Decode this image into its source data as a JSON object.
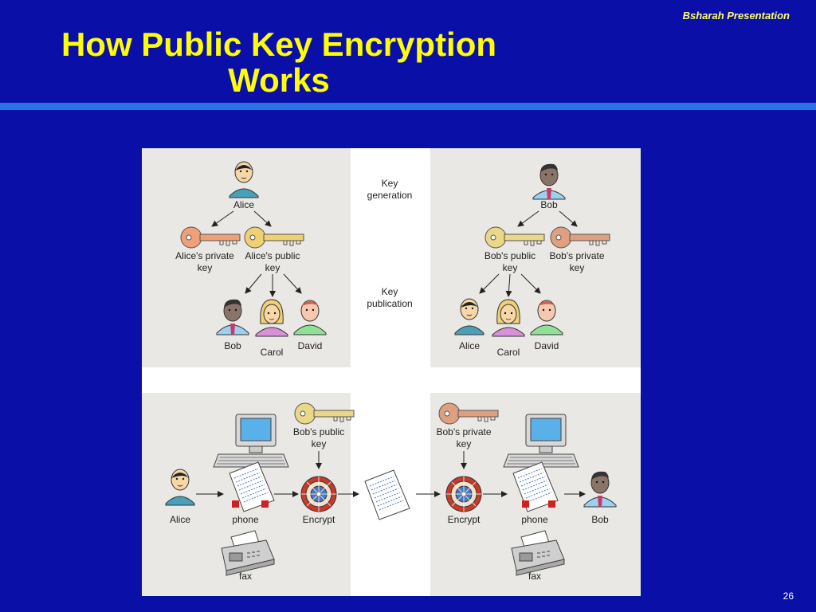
{
  "header": {
    "presentation": "Bsharah Presentation",
    "slide_number": "26"
  },
  "title": {
    "line1": "How Public Key Encryption",
    "line2": "Works"
  },
  "diagram": {
    "middle_labels": {
      "key_generation": [
        "Key",
        "generation"
      ],
      "key_publication": [
        "Key",
        "publication"
      ]
    },
    "left_top": {
      "owner": "Alice",
      "private_key": [
        "Alice's private",
        "key"
      ],
      "public_key": [
        "Alice's public",
        "key"
      ],
      "recipients": [
        "Bob",
        "Carol",
        "David"
      ]
    },
    "right_top": {
      "owner": "Bob",
      "public_key": [
        "Bob's public",
        "key"
      ],
      "private_key": [
        "Bob's private",
        "key"
      ],
      "recipients": [
        "Alice",
        "Carol",
        "David"
      ]
    },
    "left_bottom": {
      "key": [
        "Bob's public",
        "key"
      ],
      "person": "Alice",
      "device": "phone",
      "process": "Encrypt",
      "fax": "fax"
    },
    "right_bottom": {
      "key": [
        "Bob's private",
        "key"
      ],
      "process": "Encrypt",
      "device": "phone",
      "person": "Bob",
      "fax": "fax"
    },
    "colors": {
      "panel": "#e9e8e4",
      "alice_shirt": "#4aa0b8",
      "bob_shirt": "#9ad0f0",
      "carol_shirt": "#d890d8",
      "david_shirt": "#90e098",
      "key_private": "#f0a078",
      "key_public": "#f0d070",
      "encrypt_wheel": "#c02020"
    }
  }
}
